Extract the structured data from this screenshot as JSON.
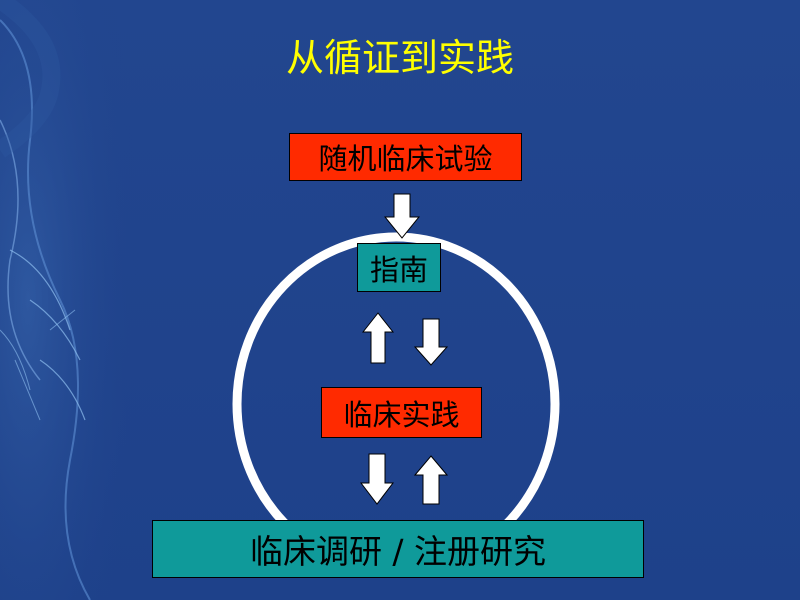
{
  "title": "从循证到实践",
  "nodes": {
    "rct": "随机临床试验",
    "guideline": "指南",
    "practice": "临床实践",
    "research": "临床调研 / 注册研究"
  },
  "colors": {
    "background": "#1f4189",
    "title": "#ffff00",
    "red_box": "#ff2a00",
    "teal_box": "#0f9a9a",
    "circle": "#ffffff"
  }
}
